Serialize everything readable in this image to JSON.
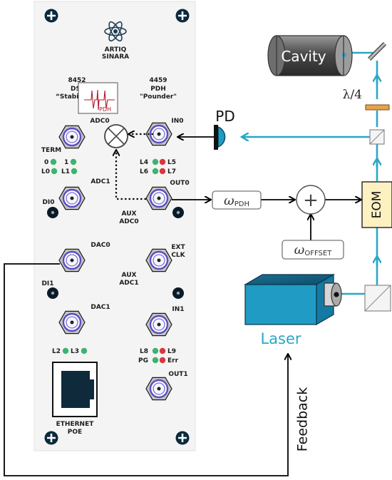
{
  "panel": {
    "brand_line1": "ARTIQ",
    "brand_line2": "SINARA",
    "module_left_id": "8452",
    "module_left_name": "DS",
    "module_left_sub": "“Stabi",
    "module_right_id": "4459",
    "module_right_name": "PDH",
    "module_right_sub": "\"Pounder\"",
    "inset_label": "PDH",
    "adc0": "ADC0",
    "in0": "IN0",
    "term": "TERM",
    "led_0": "0",
    "led_1": "1",
    "led_L0": "L0",
    "led_L1": "L1",
    "led_L4": "L4",
    "led_L5": "L5",
    "led_L6": "L6",
    "led_L7": "L7",
    "adc1": "ADC1",
    "out0": "OUT0",
    "aux_adc0_1": "AUX",
    "aux_adc0_2": "ADC0",
    "di0": "DI0",
    "dac0": "DAC0",
    "ext_clk_1": "EXT",
    "ext_clk_2": "CLK",
    "aux_adc1_1": "AUX",
    "aux_adc1_2": "ADC1",
    "di1": "DI1",
    "dac1": "DAC1",
    "in1": "IN1",
    "led_L2": "L2",
    "led_L3": "L3",
    "led_L8": "L8",
    "led_L9": "L9",
    "led_PG": "PG",
    "led_Err": "Err",
    "out1": "OUT1",
    "ethernet_1": "ETHERNET",
    "ethernet_2": "POE"
  },
  "optics": {
    "cavity": "Cavity",
    "wave_plate": "λ/4",
    "pd": "PD",
    "eom": "EOM",
    "laser": "Laser",
    "feedback": "Feedback",
    "omega": "ω",
    "pdh_sub": "PDH",
    "offset_sub": "OFFSET",
    "plus": "+"
  },
  "colors": {
    "beam": "#2aa7c6",
    "led_green": "#3cb371",
    "led_red": "#d9363e",
    "eom_fill": "#fdf1c2",
    "laser_body": "#1f9bc4",
    "inset_trace": "#b11a2e",
    "connector_blue": "#5a4ec2"
  }
}
